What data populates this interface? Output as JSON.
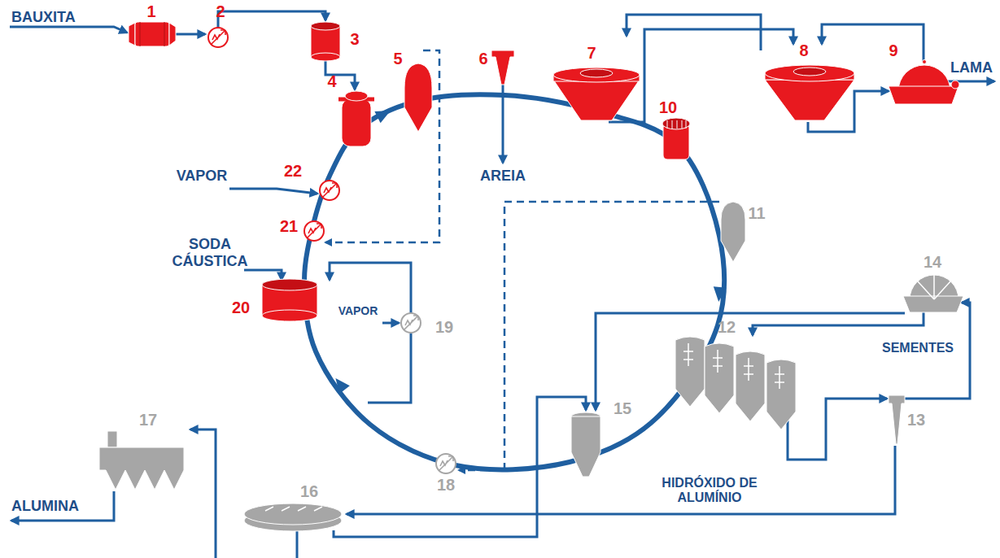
{
  "diagram": {
    "labels": [
      "BAUXITA",
      "1",
      "2",
      "3",
      "4",
      "5",
      "6",
      "7",
      "8",
      "9",
      "LAMA",
      "AREIA",
      "10",
      "VAPOR",
      "22",
      "21",
      "SODA CÁUSTICA",
      "11",
      "14",
      "SEMENTES",
      "12",
      "13",
      "20",
      "VAPOR",
      "19",
      "17",
      "15",
      "18",
      "HIDRÓXIDO DE ALUMÍNIO",
      "16",
      "ALUMINA"
    ]
  }
}
